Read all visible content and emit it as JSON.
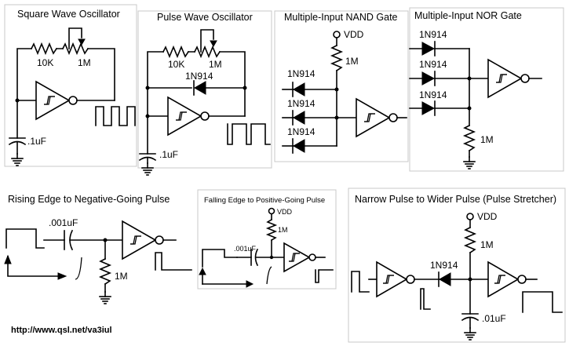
{
  "panels": {
    "square": {
      "title": "Square Wave Oscillator",
      "r1": "10K",
      "r2": "1M",
      "cap": ".1uF"
    },
    "pulse": {
      "title": "Pulse Wave Oscillator",
      "r1": "10K",
      "r2": "1M",
      "diode": "1N914",
      "cap": ".1uF"
    },
    "nand": {
      "title": "Multiple-Input NAND Gate",
      "vdd": "VDD",
      "r": "1M",
      "d1": "1N914",
      "d2": "1N914",
      "d3": "1N914"
    },
    "nor": {
      "title": "Multiple-Input NOR Gate",
      "d1": "1N914",
      "d2": "1N914",
      "d3": "1N914",
      "r": "1M"
    },
    "rising": {
      "title": "Rising Edge to Negative-Going Pulse",
      "cap": ".001uF",
      "r": "1M"
    },
    "falling": {
      "title": "Falling Edge to Positive-Going Pulse",
      "vdd": "VDD",
      "r": "1M",
      "cap": ".001uF"
    },
    "stretch": {
      "title": "Narrow Pulse to Wider Pulse (Pulse Stretcher)",
      "vdd": "VDD",
      "r": "1M",
      "diode": "1N914",
      "cap": ".01uF"
    }
  },
  "footer": {
    "url": "http://www.qsl.net/va3iul"
  }
}
